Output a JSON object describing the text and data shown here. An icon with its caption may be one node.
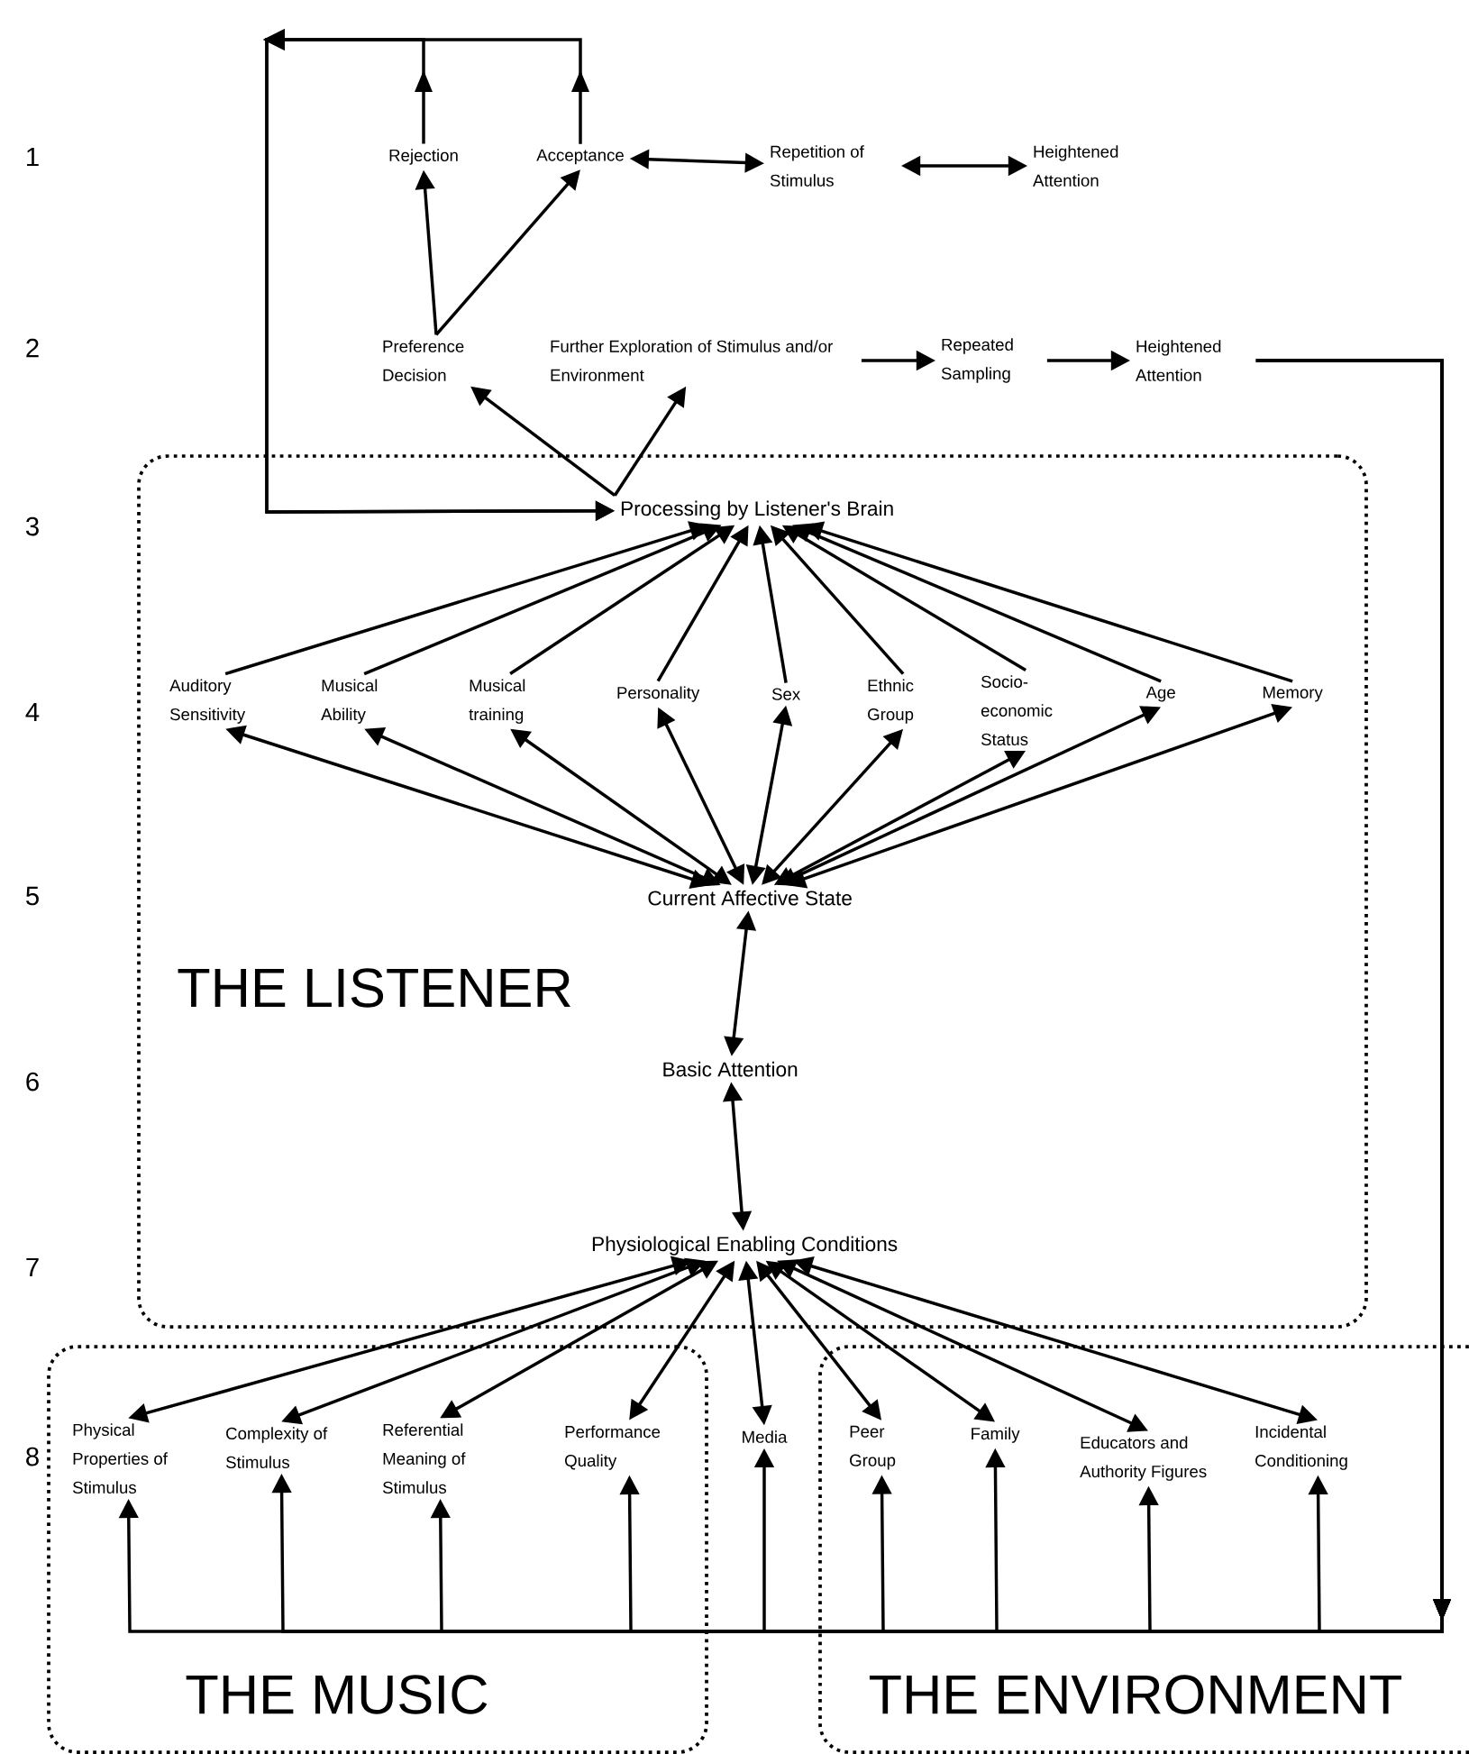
{
  "diagram": {
    "nodes": [
      {
        "text": [
          "Rejection"
        ]
      },
      {
        "text": [
          "Acceptance"
        ]
      },
      {
        "text": [
          "Repetition of Stimulus"
        ]
      },
      {
        "text": [
          "Heightened Attention"
        ]
      },
      {
        "text": [
          "Preference Decision"
        ]
      },
      {
        "text": [
          "Further Exploration of Stimulus and/or Environment"
        ]
      },
      {
        "text": [
          "Repeated Sampling"
        ]
      },
      {
        "text": [
          "Heightened Attention"
        ]
      },
      {
        "text": [
          "THE LISTENER"
        ]
      },
      {
        "text": [
          "Processing by Listener's Brain"
        ],
        "in": 8
      },
      {
        "text": [
          "Auditory Sensitivity"
        ],
        "in": 8
      },
      {
        "text": [
          "Musical Ability"
        ],
        "in": 8
      },
      {
        "text": [
          "Musical training"
        ],
        "in": 8
      },
      {
        "text": [
          "Personality"
        ],
        "in": 8
      },
      {
        "text": [
          "Sex"
        ],
        "in": 8
      },
      {
        "text": [
          "Ethnic Group"
        ],
        "in": 8
      },
      {
        "text": [
          "Socio-economic Status"
        ],
        "in": 8
      },
      {
        "text": [
          "Age"
        ],
        "in": 8
      },
      {
        "text": [
          "Memory"
        ],
        "in": 8
      },
      {
        "text": [
          "Current Affective State"
        ],
        "in": 8
      },
      {
        "text": [
          "Basic Attention"
        ],
        "in": 8
      },
      {
        "text": [
          "Physiological Enabling Conditions"
        ],
        "in": 8
      },
      {
        "text": [
          "THE MUSIC"
        ]
      },
      {
        "text": [
          "THE ENVIRONMENT"
        ]
      },
      {
        "text": [
          "Physical Properties of Stimulus"
        ],
        "in": 22
      },
      {
        "text": [
          "Complexity of Stimulus"
        ],
        "in": 22
      },
      {
        "text": [
          "Referential Meaning of Stimulus"
        ],
        "in": 22
      },
      {
        "text": [
          "Performance Quality"
        ],
        "in": 22
      },
      {
        "text": [
          "Media"
        ]
      },
      {
        "text": [
          "Peer Group"
        ],
        "in": 23
      },
      {
        "text": [
          "Family"
        ],
        "in": 23
      },
      {
        "text": [
          "Educators and Authority Figures"
        ],
        "in": 23
      },
      {
        "text": [
          "Incidental Conditioning"
        ],
        "in": 23
      }
    ],
    "edges": [
      {
        "from": 0,
        "to": 9,
        "arrow": "to"
      },
      {
        "from": 1,
        "to": 9,
        "arrow": "to"
      },
      {
        "from": 1,
        "to": 2,
        "arrow": "both"
      },
      {
        "from": 2,
        "to": 3,
        "arrow": "both"
      },
      {
        "from": 4,
        "to": 0,
        "arrow": "to"
      },
      {
        "from": 4,
        "to": 1,
        "arrow": "to"
      },
      {
        "from": 5,
        "to": 6,
        "arrow": "to"
      },
      {
        "from": 6,
        "to": 7,
        "arrow": "to"
      },
      {
        "from": 9,
        "to": 4,
        "arrow": "to"
      },
      {
        "from": 9,
        "to": 5,
        "arrow": "to"
      },
      {
        "from": 10,
        "to": 9,
        "arrow": "to"
      },
      {
        "from": 11,
        "to": 9,
        "arrow": "to"
      },
      {
        "from": 12,
        "to": 9,
        "arrow": "to"
      },
      {
        "from": 13,
        "to": 9,
        "arrow": "to"
      },
      {
        "from": 14,
        "to": 9,
        "arrow": "to"
      },
      {
        "from": 15,
        "to": 9,
        "arrow": "to"
      },
      {
        "from": 16,
        "to": 9,
        "arrow": "to"
      },
      {
        "from": 17,
        "to": 9,
        "arrow": "to"
      },
      {
        "from": 18,
        "to": 9,
        "arrow": "to"
      },
      {
        "from": 10,
        "to": 19,
        "arrow": "both"
      },
      {
        "from": 11,
        "to": 19,
        "arrow": "both"
      },
      {
        "from": 12,
        "to": 19,
        "arrow": "both"
      },
      {
        "from": 13,
        "to": 19,
        "arrow": "both"
      },
      {
        "from": 14,
        "to": 19,
        "arrow": "both"
      },
      {
        "from": 15,
        "to": 19,
        "arrow": "both"
      },
      {
        "from": 16,
        "to": 19,
        "arrow": "both"
      },
      {
        "from": 17,
        "to": 19,
        "arrow": "both"
      },
      {
        "from": 18,
        "to": 19,
        "arrow": "both"
      },
      {
        "from": 19,
        "to": 20,
        "arrow": "both"
      },
      {
        "from": 20,
        "to": 21,
        "arrow": "both"
      },
      {
        "from": 21,
        "to": 24,
        "arrow": "both"
      },
      {
        "from": 21,
        "to": 25,
        "arrow": "both"
      },
      {
        "from": 21,
        "to": 26,
        "arrow": "both"
      },
      {
        "from": 21,
        "to": 27,
        "arrow": "both"
      },
      {
        "from": 21,
        "to": 28,
        "arrow": "both"
      },
      {
        "from": 21,
        "to": 29,
        "arrow": "both"
      },
      {
        "from": 21,
        "to": 30,
        "arrow": "both"
      },
      {
        "from": 21,
        "to": 31,
        "arrow": "both"
      },
      {
        "from": 21,
        "to": 32,
        "arrow": "both"
      },
      {
        "from": 7,
        "to": 24,
        "arrow": "to"
      },
      {
        "from": 7,
        "to": 25,
        "arrow": "to"
      },
      {
        "from": 7,
        "to": 26,
        "arrow": "to"
      },
      {
        "from": 7,
        "to": 27,
        "arrow": "to"
      },
      {
        "from": 7,
        "to": 28,
        "arrow": "to"
      },
      {
        "from": 7,
        "to": 29,
        "arrow": "to"
      },
      {
        "from": 7,
        "to": 30,
        "arrow": "to"
      },
      {
        "from": 7,
        "to": 31,
        "arrow": "to"
      },
      {
        "from": 7,
        "to": 32,
        "arrow": "to"
      }
    ],
    "labels": [
      "1",
      "2",
      "3",
      "4",
      "5",
      "6",
      "7",
      "8"
    ]
  }
}
